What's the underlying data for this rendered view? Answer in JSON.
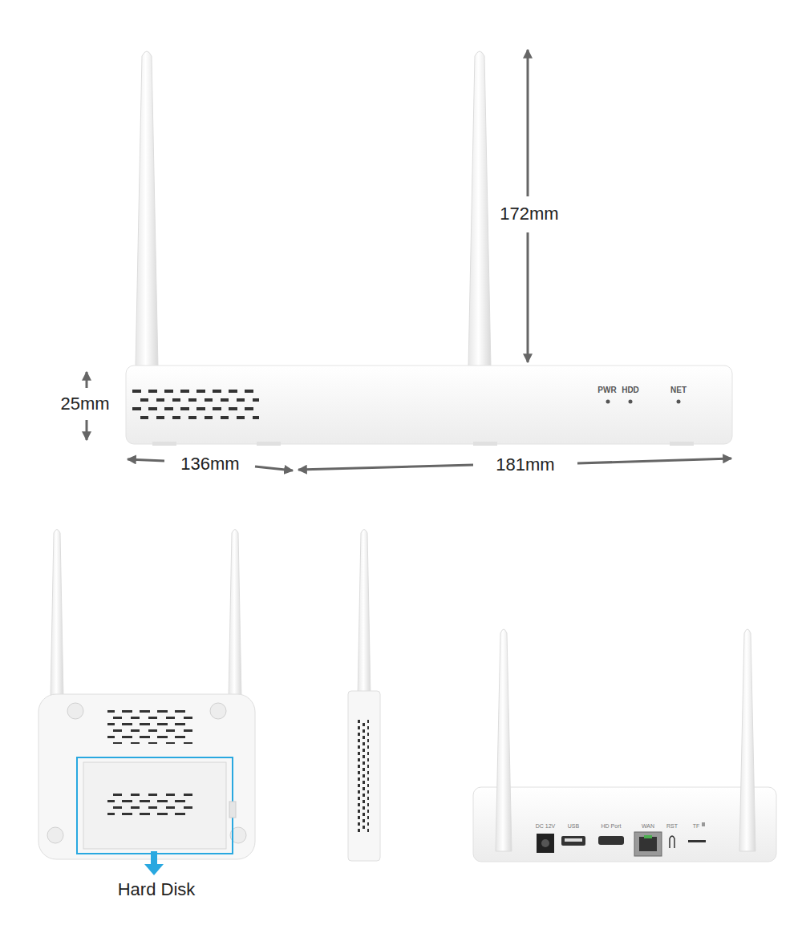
{
  "diagram": {
    "labels": [
      "172mm",
      "25mm",
      "136mm",
      "181mm",
      "PWR",
      "HDD",
      "NET",
      "Hard Disk",
      "DC 12V",
      "USB",
      "HD Port",
      "WAN",
      "RST",
      "TF"
    ]
  }
}
